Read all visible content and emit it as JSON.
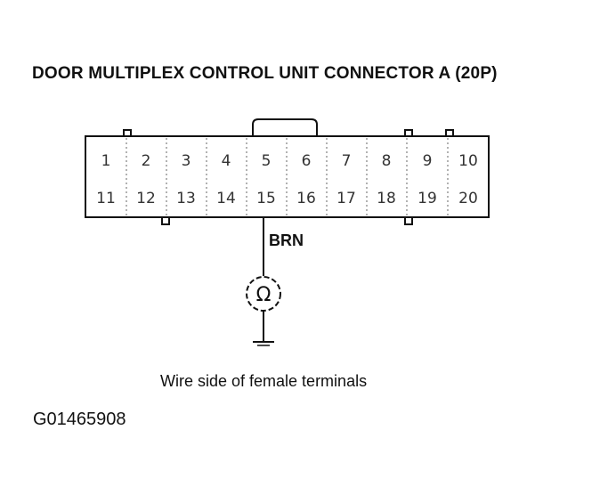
{
  "title": "DOOR MULTIPLEX CONTROL UNIT CONNECTOR A (20P)",
  "connector": {
    "top_row": [
      "1",
      "2",
      "3",
      "4",
      "5",
      "6",
      "7",
      "8",
      "9",
      "10"
    ],
    "bottom_row": [
      "11",
      "12",
      "13",
      "14",
      "15",
      "16",
      "17",
      "18",
      "19",
      "20"
    ]
  },
  "wire": {
    "color_label": "BRN",
    "terminal": "15"
  },
  "meter_symbol": "Ω",
  "caption": "Wire side of female terminals",
  "figure_id": "G01465908",
  "colors": {
    "line": "#111111",
    "background": "#ffffff"
  }
}
